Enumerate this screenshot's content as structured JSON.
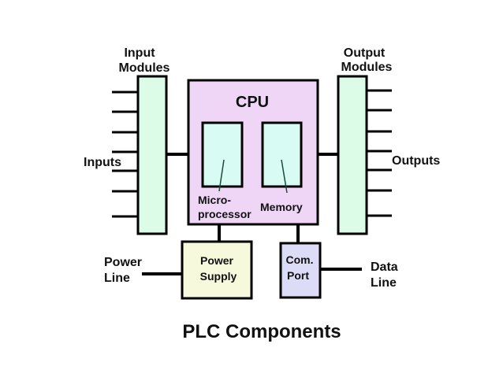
{
  "title": "PLC Components",
  "colors": {
    "module_fill": "#dcfce8",
    "cpu_fill": "#efd6f7",
    "inner_fill": "#d8fbf4",
    "power_fill": "#f7f9dc",
    "comport_fill": "#dcdcf7",
    "stroke": "#000000"
  },
  "input_modules": {
    "label_line1": "Input",
    "label_line2": "Modules",
    "side_label": "Inputs",
    "line_count": 7
  },
  "output_modules": {
    "label_line1": "Output",
    "label_line2": "Modules",
    "side_label": "Outputs",
    "line_count": 7
  },
  "cpu": {
    "label": "CPU",
    "microprocessor": {
      "label_line1": "Micro-",
      "label_line2": "processor"
    },
    "memory": {
      "label": "Memory"
    }
  },
  "power_supply": {
    "label_line1": "Power",
    "label_line2": "Supply",
    "line_label_1": "Power",
    "line_label_2": "Line"
  },
  "com_port": {
    "label_line1": "Com.",
    "label_line2": "Port",
    "line_label_1": "Data",
    "line_label_2": "Line"
  }
}
